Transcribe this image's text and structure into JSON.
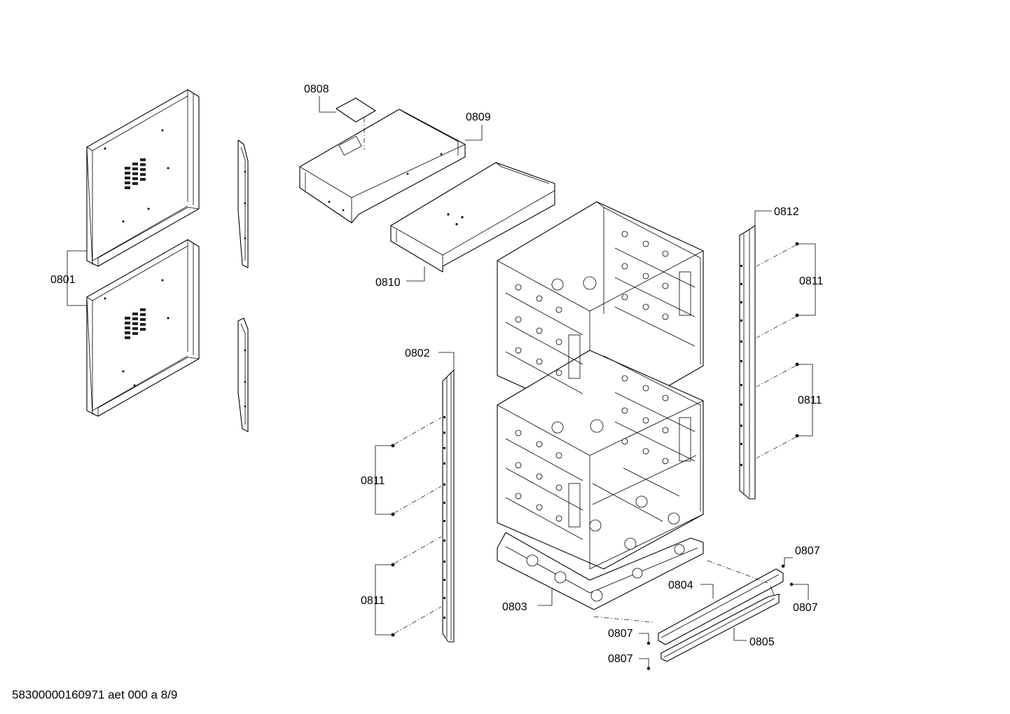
{
  "labels": {
    "c0801": "0801",
    "c0802": "0802",
    "c0803": "0803",
    "c0804": "0804",
    "c0805": "0805",
    "c0807a": "0807",
    "c0807b": "0807",
    "c0807c": "0807",
    "c0807d": "0807",
    "c0808": "0808",
    "c0809": "0809",
    "c0810": "0810",
    "c0811a": "0811",
    "c0811b": "0811",
    "c0811c": "0811",
    "c0811d": "0811",
    "c0812": "0812"
  },
  "footer": {
    "doc_id": "58300000160971 aet 000 a 8/9"
  }
}
